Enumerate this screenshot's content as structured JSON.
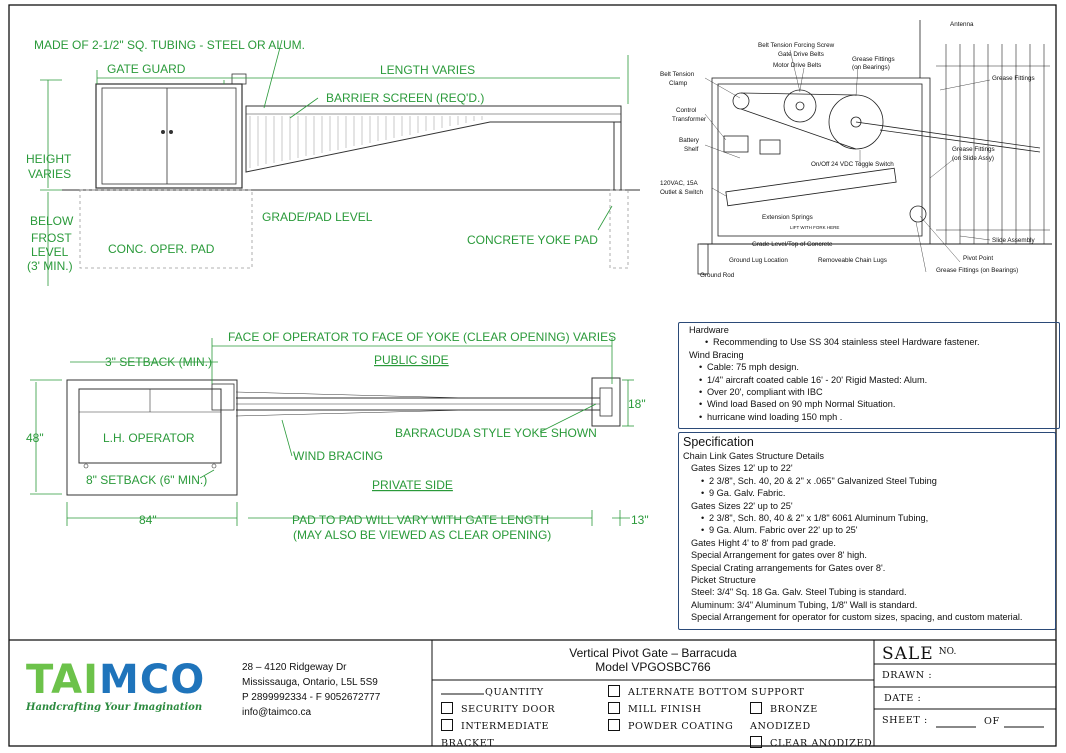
{
  "top_left": {
    "material_note": "MADE OF 2-1/2\" SQ. TUBING - STEEL OR ALUM.",
    "gate_guard": "GATE GUARD",
    "length_varies": "LENGTH VARIES",
    "barrier_screen": "BARRIER SCREEN (REQ'D.)",
    "height_varies": [
      "HEIGHT",
      "VARIES"
    ],
    "below_frost": [
      "BELOW",
      "FROST",
      "LEVEL",
      "(3' MIN.)"
    ],
    "grade_pad": "GRADE/PAD LEVEL",
    "conc_oper_pad": "CONC. OPER. PAD",
    "concrete_yoke_pad": "CONCRETE YOKE PAD"
  },
  "plan": {
    "clear_opening": "FACE OF OPERATOR TO FACE OF YOKE (CLEAR OPENING) VARIES",
    "setback_top": "3\" SETBACK (MIN.)",
    "public_side": "PUBLIC SIDE",
    "dim_18": "18\"",
    "dim_48": "48\"",
    "lh_operator": "L.H. OPERATOR",
    "yoke_shown": "BARRACUDA STYLE YOKE SHOWN",
    "wind_bracing": "WIND BRACING",
    "setback_bottom": "8\" SETBACK (6\" MIN.)",
    "private_side": "PRIVATE SIDE",
    "dim_84": "84\"",
    "pad_to_pad": [
      "PAD TO PAD WILL VARY WITH GATE LENGTH",
      "(MAY ALSO BE VIEWED AS CLEAR OPENING)"
    ],
    "dim_13": "13\""
  },
  "detail": {
    "antenna": "Antenna",
    "belt_tension_screw": [
      "Belt Tension Forcing Screw",
      "Gate Drive Belts"
    ],
    "motor_drive_belts": "Motor Drive Belts",
    "grease_bearings": [
      "Grease Fittings",
      "(on Bearings)"
    ],
    "grease_fittings": "Grease Fittings",
    "belt_tension_clamp": [
      "Belt Tension",
      "Clamp"
    ],
    "control_transformer": [
      "Control",
      "Transformer"
    ],
    "battery_shelf": [
      "Battery",
      "Shelf"
    ],
    "grease_slide": [
      "Grease Fittings",
      "(on Slide Assy)"
    ],
    "toggle_switch": "On/Off 24 VDC Toggle Switch",
    "outlet": [
      "120VAC, 15A",
      "Outlet & Switch"
    ],
    "extension_springs": "Extension Springs",
    "lift_fork": "LIFT WITH FORK HERE",
    "slide_assembly": "Slide Assembly",
    "grade_level": "Grade Level/Top of Concrete",
    "ground_lug": "Ground Lug Location",
    "chain_lugs": "Removeable Chain Lugs",
    "pivot_point": "Pivot Point",
    "ground_rod": "Ground Rod",
    "grease_bearings2": "Grease Fittings (on Bearings)"
  },
  "hardware": {
    "title": "Hardware",
    "item1": "Recommending to Use SS 304 stainless steel Hardware fastener.",
    "wind_title": "Wind Bracing",
    "wind_items": [
      "Cable: 75 mph design.",
      "1/4\" aircraft coated cable 16' - 20' Rigid Masted: Alum.",
      "Over 20', compliant with IBC",
      "Wind load Based on 90 mph Normal Situation.",
      "hurricane wind loading 150 mph ."
    ]
  },
  "spec": {
    "title": "Specification",
    "subtitle": "Chain Link Gates Structure Details",
    "g1": "Gates Sizes 12' up to 22'",
    "g1_items": [
      "2 3/8\", Sch. 40, 20 & 2\" x .065\" Galvanized Steel Tubing",
      "9 Ga. Galv. Fabric."
    ],
    "g2": "Gates Sizes 22' up to 25'",
    "g2_items": [
      "2 3/8\", Sch. 80, 40 & 2\" x 1/8\" 6061 Aluminum Tubing,",
      "9 Ga. Alum. Fabric over 22' up to 25'"
    ],
    "lines": [
      "Gates Hight 4' to 8' from pad grade.",
      "Special Arrangement for gates over 8' high.",
      "Special Crating arrangements for Gates over 8'.",
      "Picket Structure",
      "Steel: 3/4\" Sq. 18 Ga. Galv. Steel Tubing is standard.",
      "Aluminum: 3/4\" Aluminum Tubing, 1/8\" Wall is standard.",
      "Special Arrangement for operator for custom sizes, spacing, and custom material."
    ]
  },
  "company": {
    "logo": "TAIMCO",
    "tagline": "Handcrafting Your Imagination",
    "address1": "28 – 4120 Ridgeway Dr",
    "address2": "Mississauga, Ontario, L5L 5S9",
    "phone": "P 2899992334 - F 9052672777",
    "email": "info@taimco.ca"
  },
  "title_block": {
    "product": "Vertical Pivot Gate – Barracuda",
    "model": "Model VPGOSBC766",
    "quantity": "QUANTITY",
    "opt_security_door": "SECURITY DOOR",
    "opt_intermediate_bracket": "INTERMEDIATE BRACKET",
    "opt_alternate_bottom": "ALTERNATE BOTTOM SUPPORT",
    "opt_mill_finish": "MILL FINISH",
    "opt_powder_coating": "POWDER COATING",
    "opt_bronze": "BRONZE ANODIZED",
    "opt_clear": "CLEAR ANODIZED",
    "sale": "SALE",
    "sale_no": "NO.",
    "drawn": "DRAWN :",
    "date": "DATE :",
    "sheet": "SHEET :",
    "of": "OF"
  },
  "colors": {
    "label_green": "#2a9a3a",
    "box_border": "#2b4a78",
    "logo_green": "#6cc24a",
    "logo_blue": "#1f74bb"
  }
}
